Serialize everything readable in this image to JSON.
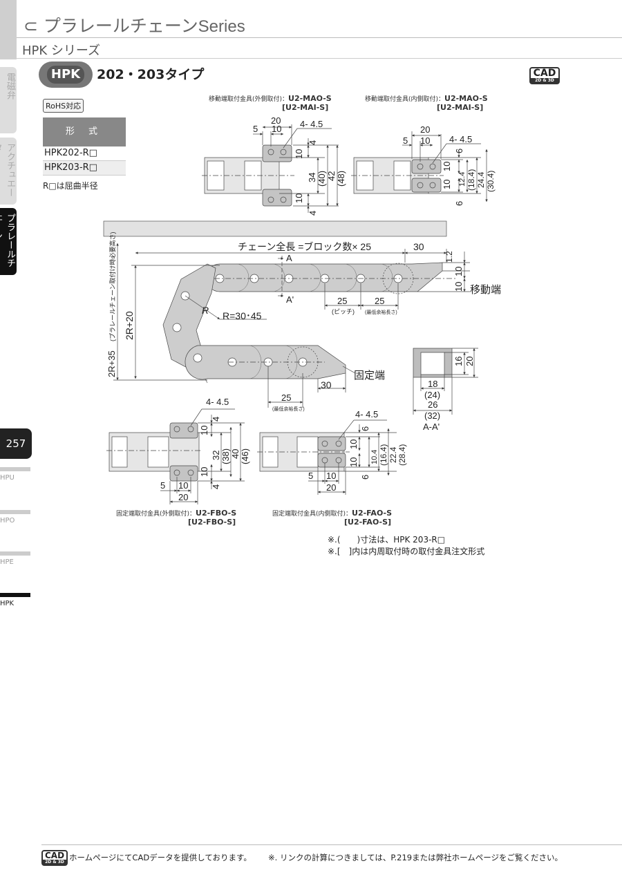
{
  "header": {
    "title_jp": "プラレールチェーン",
    "title_series": "Series",
    "subtitle": "HPK シリーズ"
  },
  "side_tabs": [
    "電磁弁",
    "アクチュエータ",
    "プラレールチェーン"
  ],
  "page_number": "257",
  "side_categories": [
    "HPU",
    "HPO",
    "HPE",
    "HPK"
  ],
  "model": {
    "badge": "HPK",
    "title": "202・203タイプ",
    "rohs": "RoHS対応"
  },
  "cad_badge": {
    "main": "CAD",
    "sub": "2D & 3D"
  },
  "spec_table": {
    "header": "形 式",
    "rows": [
      "HPK202-R□",
      "HPK203-R□"
    ],
    "note": "R□は屈曲半径"
  },
  "labels": {
    "ma_out": {
      "caption": "移動端取付金具(外側取付)：",
      "code": "U2-MAO-S",
      "alt": "[U2-MAI-S]"
    },
    "ma_in": {
      "caption": "移動端取付金具(内側取付)：",
      "code": "U2-MAO-S",
      "alt": "[U2-MAI-S]"
    },
    "fb": {
      "caption": "固定端取付金具(外側取付)：",
      "code": "U2-FBO-S",
      "alt": "[U2-FBO-S]"
    },
    "fa": {
      "caption": "固定端取付金具(内側取付)：",
      "code": "U2-FAO-S",
      "alt": "[U2-FAO-S]"
    }
  },
  "dims": {
    "ma_out": [
      "20",
      "5",
      "10",
      "4- 4.5",
      "4",
      "10",
      "34",
      "(40)",
      "42",
      "(48)",
      "10",
      "4"
    ],
    "ma_in": [
      "20",
      "5",
      "10",
      "4- 4.5",
      "6",
      "10",
      "12.4",
      "(18.4)",
      "24.4",
      "(30.4)",
      "10",
      "6"
    ],
    "main": [
      "チェーン全長 =ブロック数× 25",
      "30",
      "1.2",
      "10",
      "10",
      "A",
      "A'",
      "25",
      "(ピッチ)",
      "25",
      "(最低余裕長さ)",
      "R",
      "R=30･45",
      "2R+20",
      "2R+35",
      "(プラレールチェーン取付け時必要高さ)",
      "30",
      "25",
      "(最低余裕長さ)"
    ],
    "end_labels": {
      "moving": "移動端",
      "fixed": "固定端"
    },
    "section": [
      "16",
      "20",
      "18",
      "(24)",
      "26",
      "(32)",
      "A-A'"
    ],
    "fb": [
      "4- 4.5",
      "4",
      "10",
      "32",
      "(38)",
      "40",
      "(46)",
      "10",
      "4",
      "5",
      "10",
      "20"
    ],
    "fa": [
      "4- 4.5",
      "6",
      "10",
      "10.4",
      "(16.4)",
      "22.4",
      "(28.4)",
      "10",
      "6",
      "5",
      "10",
      "20"
    ]
  },
  "notes": [
    "※.(　　)寸法は、HPK 203-R□",
    "※.[　]内は内周取付時の取付金具注文形式"
  ],
  "footer": {
    "cad_text": "ホームページにてCADデータを提供しております。",
    "link_note": "※. リンクの計算につきましては、P.219または弊社ホームページをご覧ください。"
  }
}
